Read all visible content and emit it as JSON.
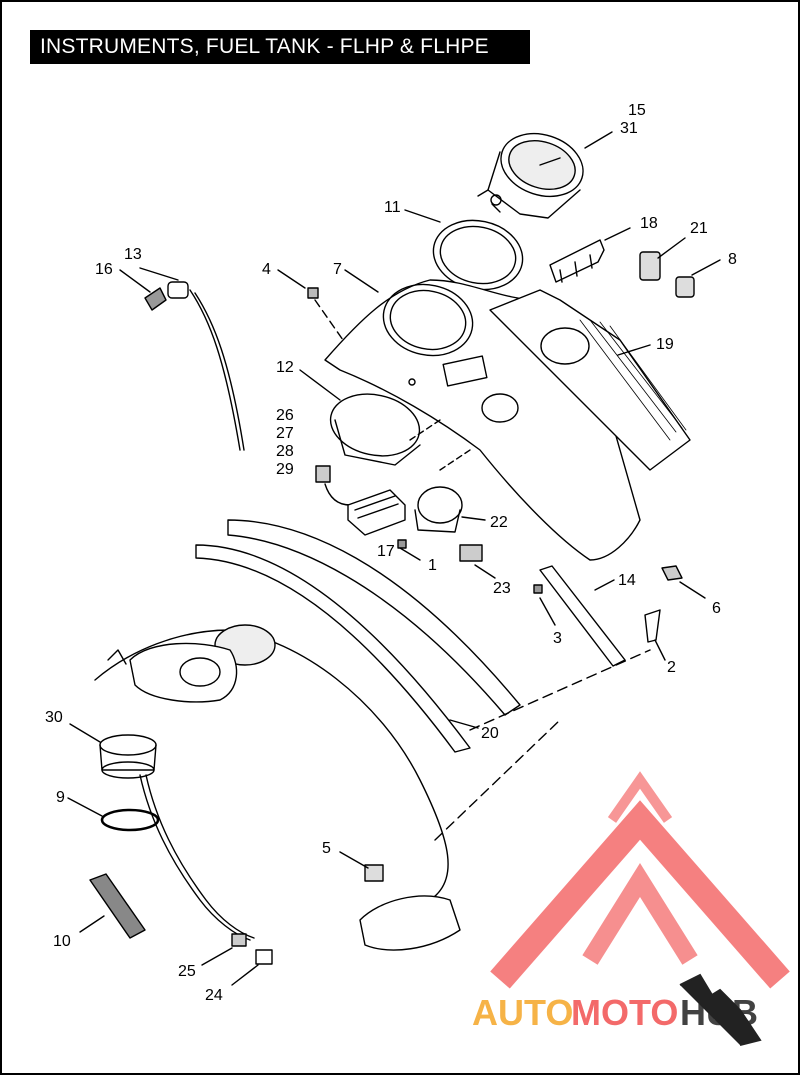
{
  "title": "INSTRUMENTS, FUEL TANK - FLHP & FLHPE",
  "watermark": {
    "word_part1": "AUTO",
    "word_part2": "MOTO",
    "word_part3": "HUB",
    "color_primary": "#f36a6a",
    "color_secondary": "#f6b347",
    "color_dark": "#222222"
  },
  "callouts": [
    {
      "id": "15",
      "text": "15"
    },
    {
      "id": "31",
      "text": "31"
    },
    {
      "id": "11",
      "text": "11"
    },
    {
      "id": "18",
      "text": "18"
    },
    {
      "id": "21",
      "text": "21"
    },
    {
      "id": "8",
      "text": "8"
    },
    {
      "id": "13",
      "text": "13"
    },
    {
      "id": "16",
      "text": "16"
    },
    {
      "id": "4",
      "text": "4"
    },
    {
      "id": "7",
      "text": "7"
    },
    {
      "id": "19",
      "text": "19"
    },
    {
      "id": "12",
      "text": "12"
    },
    {
      "id": "26",
      "text": "26"
    },
    {
      "id": "27",
      "text": "27"
    },
    {
      "id": "28",
      "text": "28"
    },
    {
      "id": "29",
      "text": "29"
    },
    {
      "id": "22",
      "text": "22"
    },
    {
      "id": "17",
      "text": "17"
    },
    {
      "id": "1",
      "text": "1"
    },
    {
      "id": "23",
      "text": "23"
    },
    {
      "id": "14",
      "text": "14"
    },
    {
      "id": "6",
      "text": "6"
    },
    {
      "id": "3",
      "text": "3"
    },
    {
      "id": "2",
      "text": "2"
    },
    {
      "id": "30",
      "text": "30"
    },
    {
      "id": "20",
      "text": "20"
    },
    {
      "id": "9",
      "text": "9"
    },
    {
      "id": "5",
      "text": "5"
    },
    {
      "id": "10",
      "text": "10"
    },
    {
      "id": "25",
      "text": "25"
    },
    {
      "id": "24",
      "text": "24"
    }
  ]
}
